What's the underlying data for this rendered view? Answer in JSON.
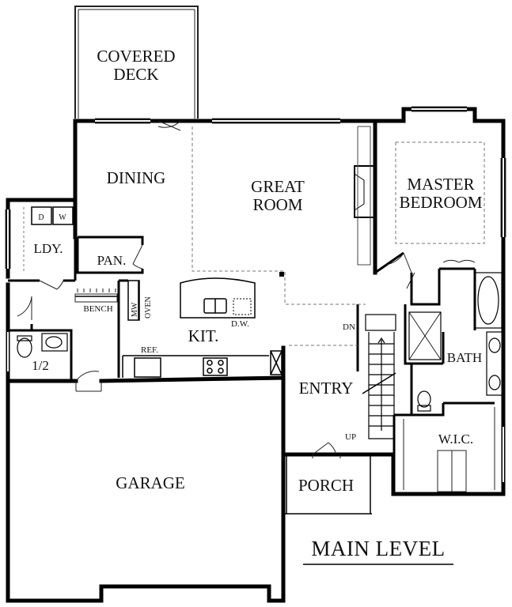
{
  "rooms": {
    "covered_deck": [
      "COVERED",
      "DECK"
    ],
    "dining": "DINING",
    "great_room": [
      "GREAT",
      "ROOM"
    ],
    "master_bedroom": [
      "MASTER",
      "BEDROOM"
    ],
    "laundry": "LDY.",
    "pantry": "PAN.",
    "kitchen": "KIT.",
    "half_bath": "1/2",
    "entry": "ENTRY",
    "bath": "BATH",
    "wic": "W.I.C.",
    "garage": "GARAGE",
    "porch": "PORCH"
  },
  "fixtures": {
    "dryer": "D",
    "washer": "W",
    "bench": "BENCH",
    "mw": "MW",
    "oven": "OVEN",
    "dishwasher": "D.W.",
    "refrigerator": "REF.",
    "stair_down": "DN",
    "stair_up": "UP"
  },
  "title": "MAIN LEVEL"
}
